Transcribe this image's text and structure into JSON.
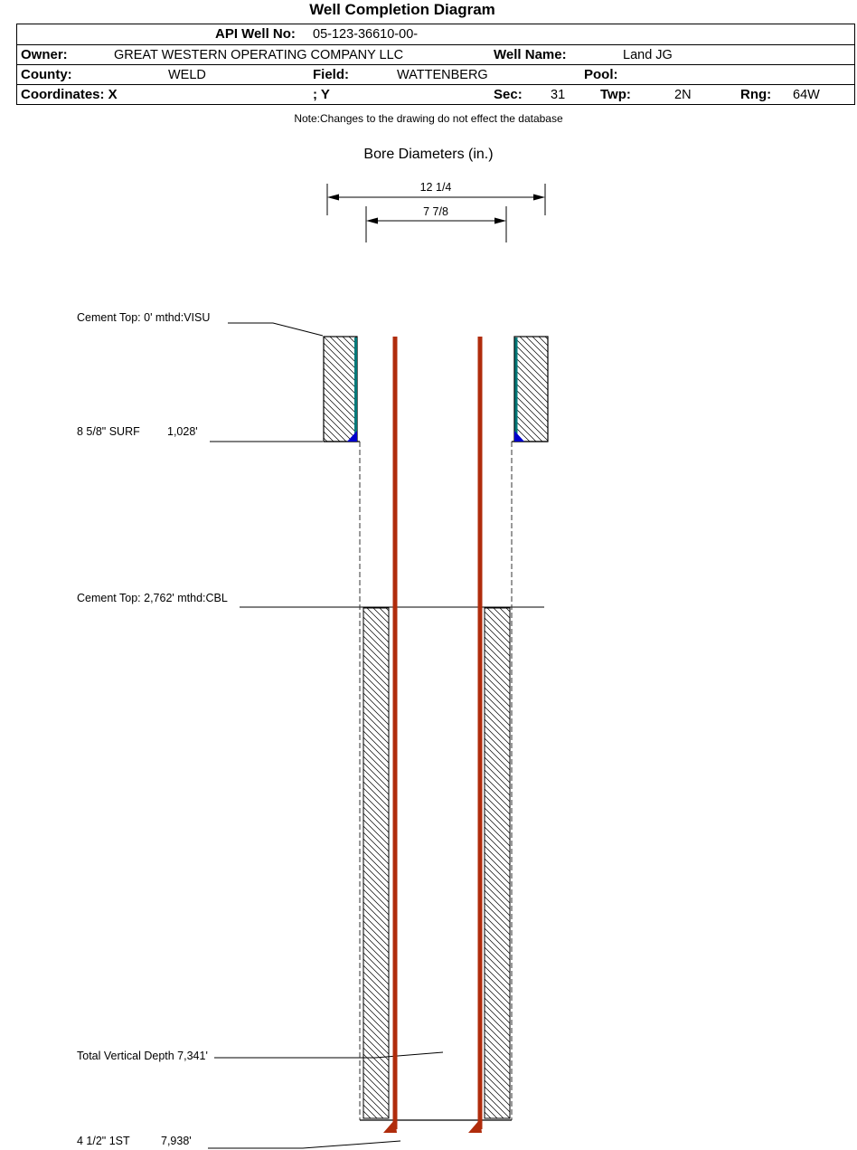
{
  "title": "Well Completion Diagram",
  "table": {
    "api": {
      "label": "API Well No:",
      "value": "05-123-36610-00-"
    },
    "owner": {
      "label": "Owner:",
      "value": "GREAT WESTERN OPERATING COMPANY LLC"
    },
    "well_name": {
      "label": "Well Name:",
      "value": "Land JG"
    },
    "county": {
      "label": "County:",
      "value": "WELD"
    },
    "field": {
      "label": "Field:",
      "value": "WATTENBERG"
    },
    "pool": {
      "label": "Pool:",
      "value": ""
    },
    "coordinates": {
      "label": "Coordinates: X",
      "y_label": "; Y"
    },
    "sec": {
      "label": "Sec:",
      "value": "31"
    },
    "twp": {
      "label": "Twp:",
      "value": "2N"
    },
    "rng": {
      "label": "Rng:",
      "value": "64W"
    }
  },
  "note": "Note:Changes to the drawing do not effect the database",
  "bore_diameters": {
    "title": "Bore Diameters (in.)",
    "outer": "12 1/4",
    "inner": "7 7/8"
  },
  "annotations": {
    "cement_top_surface": "Cement Top: 0' mthd:VISU",
    "surface_casing": {
      "label": "8 5/8\" SURF",
      "depth": "1,028'"
    },
    "cement_top_production": "Cement Top: 2,762' mthd:CBL",
    "total_vertical_depth": "Total Vertical Depth 7,341'",
    "production_casing": {
      "label": "4 1/2\" 1ST",
      "depth": "7,938'"
    }
  },
  "colors": {
    "tubing": "#B02C0C",
    "casing_teal": "#007878",
    "shoe_blue": "#0000CC"
  }
}
